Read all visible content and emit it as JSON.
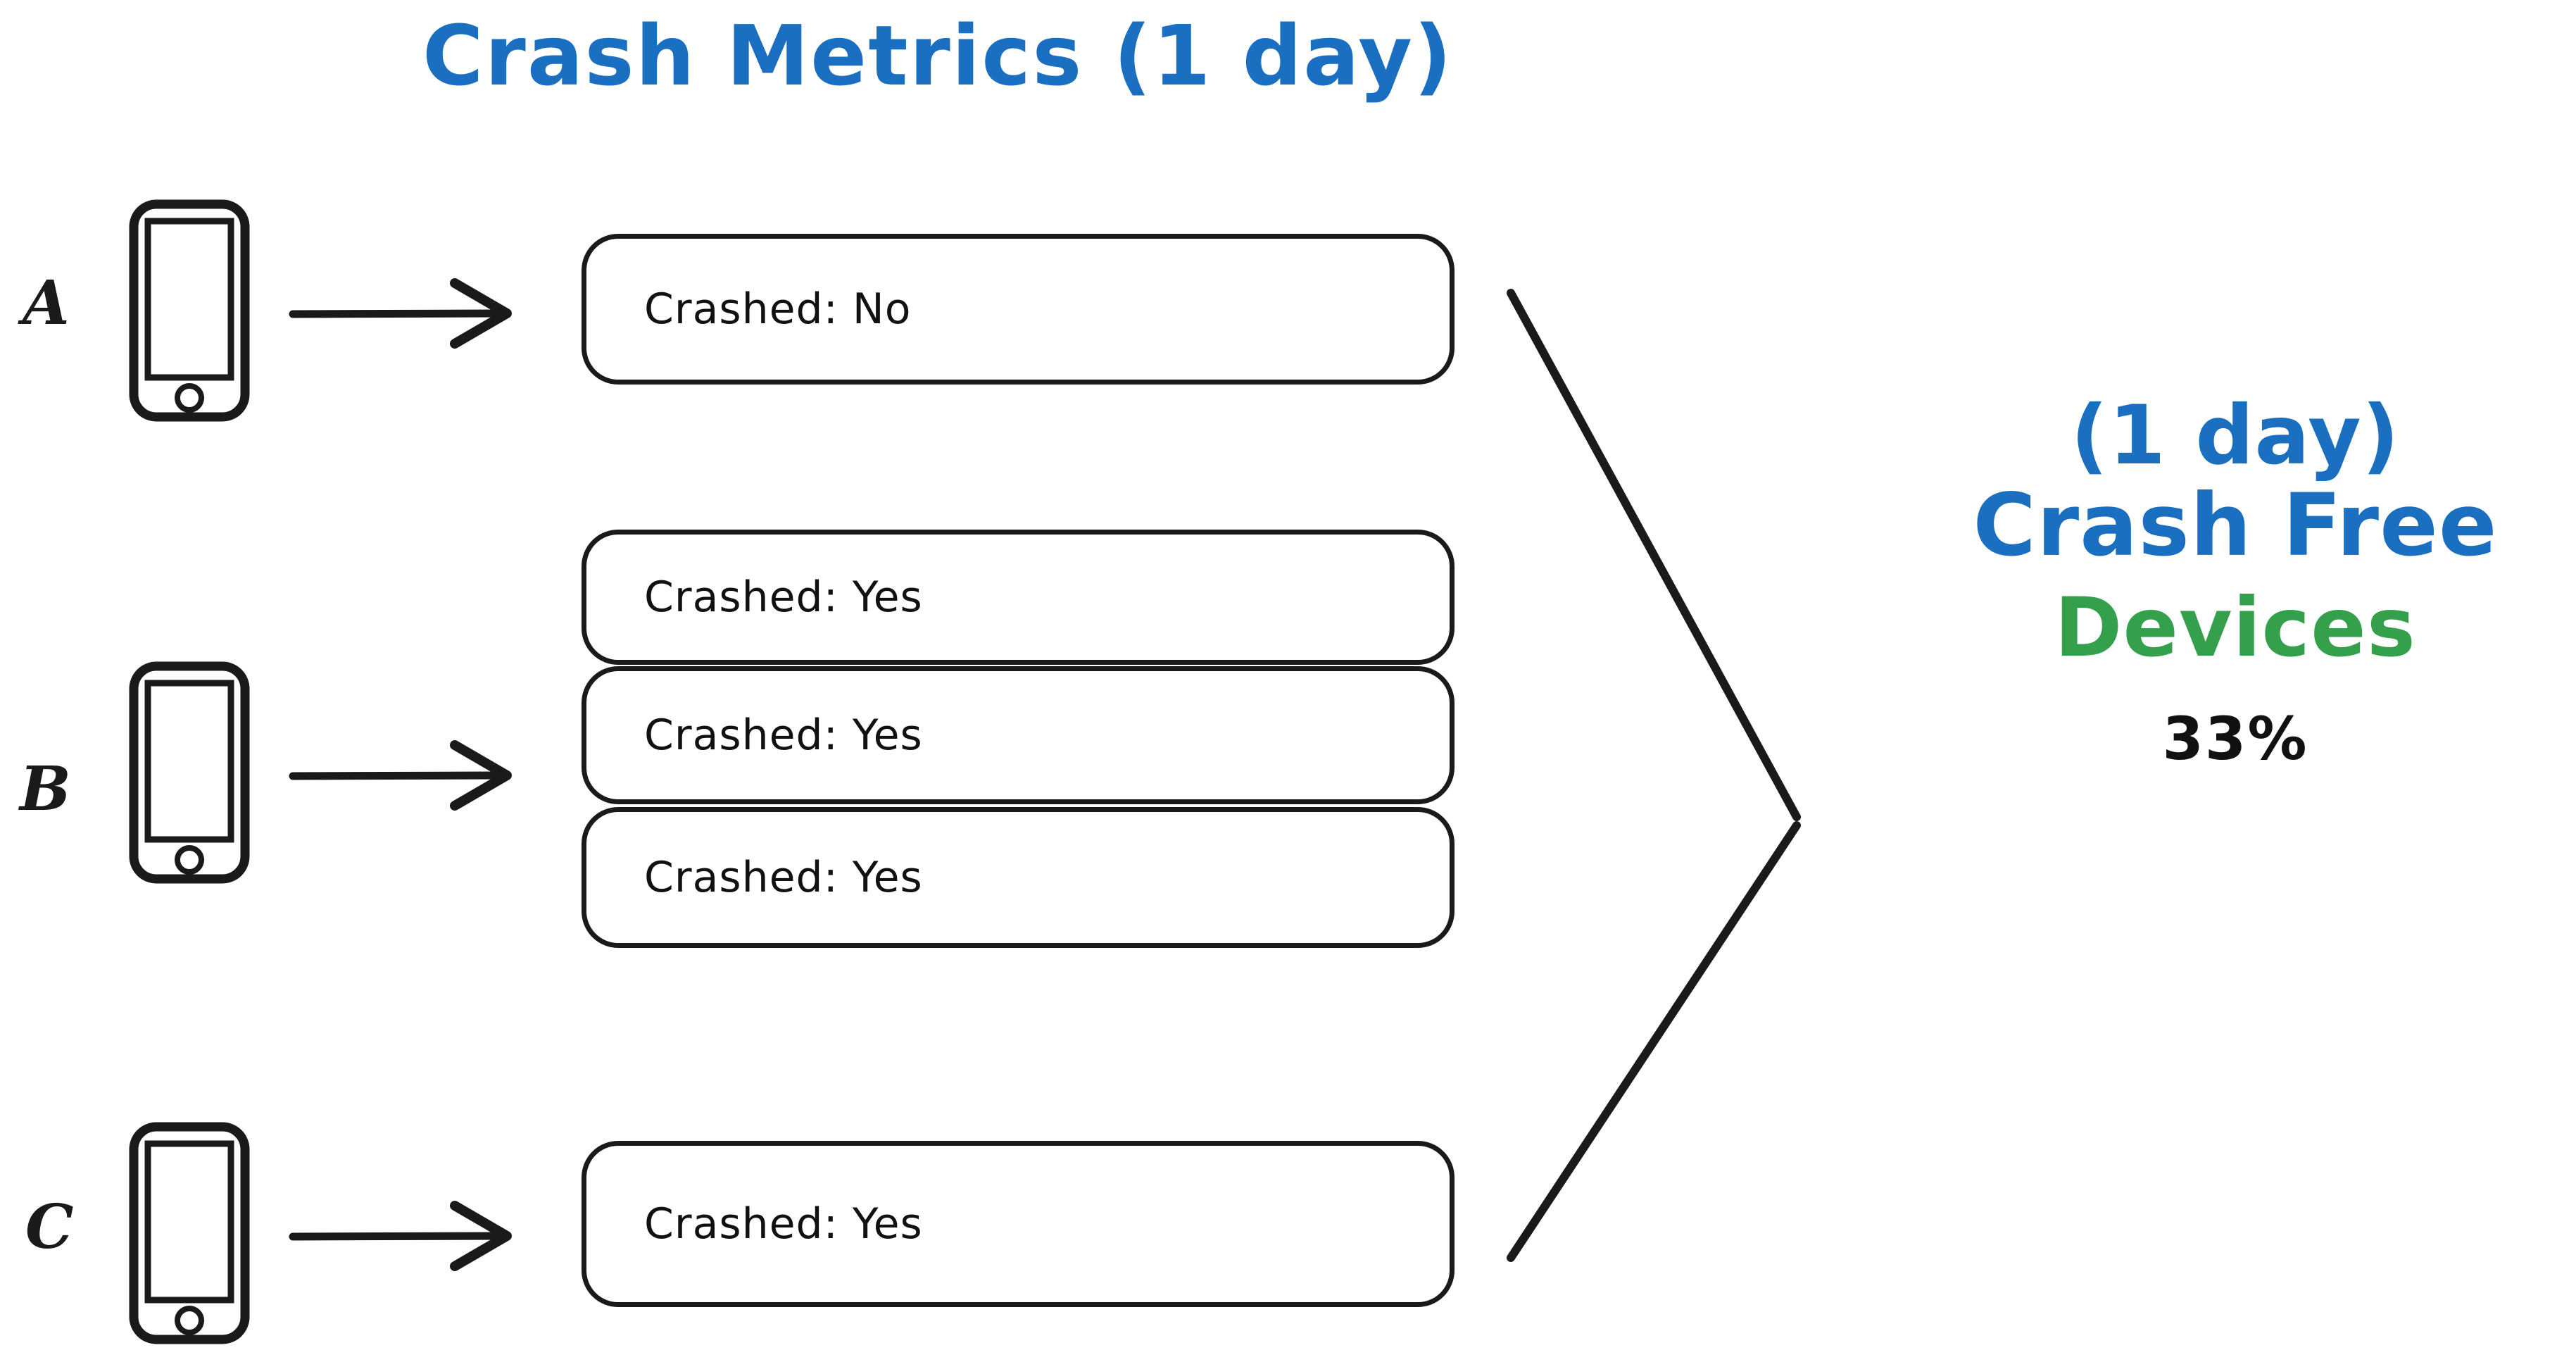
{
  "title": "Crash Metrics (1 day)",
  "colors": {
    "accent_blue": "#1b6fc0",
    "accent_green": "#35a04b",
    "ink_black": "#1a1a1a",
    "background": "#ffffff"
  },
  "devices": [
    {
      "letter": "A",
      "icon": "phone-icon",
      "arrow": "arrow-right-icon",
      "events": [
        {
          "label": "Crashed: No"
        }
      ]
    },
    {
      "letter": "B",
      "icon": "phone-icon",
      "arrow": "arrow-right-icon",
      "events": [
        {
          "label": "Crashed: Yes"
        },
        {
          "label": "Crashed: Yes"
        },
        {
          "label": "Crashed: Yes"
        }
      ]
    },
    {
      "letter": "C",
      "icon": "phone-icon",
      "arrow": "arrow-right-icon",
      "events": [
        {
          "label": "Crashed: Yes"
        }
      ]
    }
  ],
  "summary": {
    "period": "(1 day)",
    "metric": "Crash Free",
    "subject": "Devices",
    "value": "33%"
  },
  "chart_data": {
    "type": "table",
    "title": "Crash Metrics (1 day)",
    "categories": [
      "A",
      "B",
      "C"
    ],
    "series": [
      {
        "name": "Crashed: No",
        "values": [
          1,
          0,
          0
        ]
      },
      {
        "name": "Crashed: Yes",
        "values": [
          0,
          3,
          1
        ]
      }
    ],
    "annotations": [
      "(1 day) Crash Free Devices",
      "33%"
    ],
    "legend": "none",
    "grid": false
  }
}
